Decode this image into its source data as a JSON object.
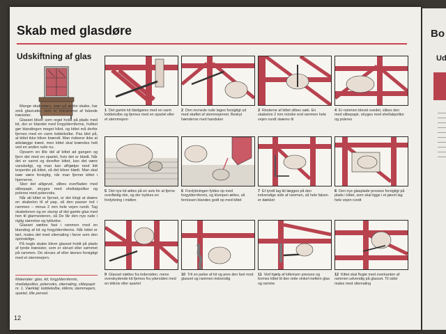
{
  "page": {
    "title": "Skab med glasdøre",
    "subtitle": "Udskiftning af glas",
    "page_number": "12",
    "next_page_title": "Bo",
    "next_page_subtitle": "Ud"
  },
  "intro_paragraphs": [
    "Mange skabsdøre, især på ældre skabe, har små glasruder, som er indrammet af falsede træsister.",
    "Glasset bliver som regel holdt på plads med kit, der er blandet med forgyldernfernis, hvilket gør blandingen meget hård, og kittet må derfor fjernes med en varm loddekolbe. Pas blot på, at kittet ikke bliver brændt. Man risikerer ikke at ødelægge træet, men kittet skal brændes helt ved en anden rude nu.",
    "Opvarm en lille del af kittet ad gangen og fjern det med en spartel, hvis det er blødt. Når det er varmt og derefter kittet, kan det være vanskeligt, og man kan afhjælpe med lidt terpentin på kittet, så det bliver blødt. Man skal især være forsigtig, når man fjerner kittet i hjørnerne.",
    "Sker det alligevel, slibes overfladen med slibepapir, stryges med shellakpolitur og poleres med polervoks.",
    "Når alt kittet er fjernet, er det klogt at skære en skabelon til af pap, så den passer ind i rammen – minus 2 mm hele vejen rundt. Tag skabelonen og en stump af det gamle glas med hen til glarmesteren, så De får den nye rude i rigtig størrelse og tykkelse.",
    "Glasset sættes fast i rammen med en blanding af kit og forgyldernfernis. Når kittet er tørt, males det med oliemaling i farve som den oprindelige.",
    "På nogle skabe bliver glasset holdt på plads af tynde træsister, som er skruet eller sømmet på rammen. De skrues af eller løsnes forsigtigt med et stemmejern."
  ],
  "materials": "Materialer: glas, kit, forgyldernfernis, shellakpolitur, polervoks, oliemaling, slibepapir nr. 1. Værktøj: loddekolbe, kitkniv, stemmejern, spartel, lille pensel.",
  "steps": [
    {
      "n": "1",
      "text": "Det gamle kit blødgøres med en varm loddekolbe og fjernes med en spartel eller et stemmejern"
    },
    {
      "n": "2",
      "text": "Den revnede rude tages forsigtigt ud med skaftet af stemmejernet. Beskyt hænderne med handsker"
    },
    {
      "n": "3",
      "text": "Resterne af kittet slibes væk. En skabelon 2 mm mindre end rammen hele vejen rundt skæres til"
    },
    {
      "n": "4",
      "text": "Er rammen blevet svedet, slibes den med slibepapir, stryges med shellakpolitur og poleres"
    },
    {
      "n": "5",
      "text": "Det nye kit æltes på en avis for at fjerne overflødig olie, og der trykkes en fordybning i midten"
    },
    {
      "n": "6",
      "text": "Fordybningen fyldes op med forgyldernfernis, og klumpen æltes, så fernissen blandes godt op med kittet"
    },
    {
      "n": "7",
      "text": "Et tyndt lag kit lægges på den indvendige side af rammen, så hele falsen er dækket"
    },
    {
      "n": "8",
      "text": "Den nye glasplade presses forsigtigt på plads i kittet, som skal ligge i et jævnt lag hele vejen rundt"
    },
    {
      "n": "9",
      "text": "Glasset støttes fra indersiden, mens overskydende kit fjernes fra ydersiden med en kitkniv eller spartel"
    },
    {
      "n": "10",
      "text": "Tril en pølse af kit og pres den fast mod glasset og rammen indvendig"
    },
    {
      "n": "11",
      "text": "Ved hjælp af kitkniven presses og formes kittet til den rette vinkel mellem glas og ramme"
    },
    {
      "n": "12",
      "text": "Kittet skal flugte med overkanten af rammen udvendig på glasset. Til sidst males med oliemaling"
    }
  ],
  "colors": {
    "accent": "#c9424f",
    "frame": "#b8434f",
    "page": "#f1efe9",
    "text": "#333333"
  },
  "illustration_icons": [
    "cabinet-icon",
    "soldering-iron-icon",
    "chisel-icon",
    "sandpaper-icon",
    "putty-icon",
    "varnish-bottle-icon",
    "putty-knife-icon",
    "glass-pane-icon",
    "brush-icon"
  ]
}
